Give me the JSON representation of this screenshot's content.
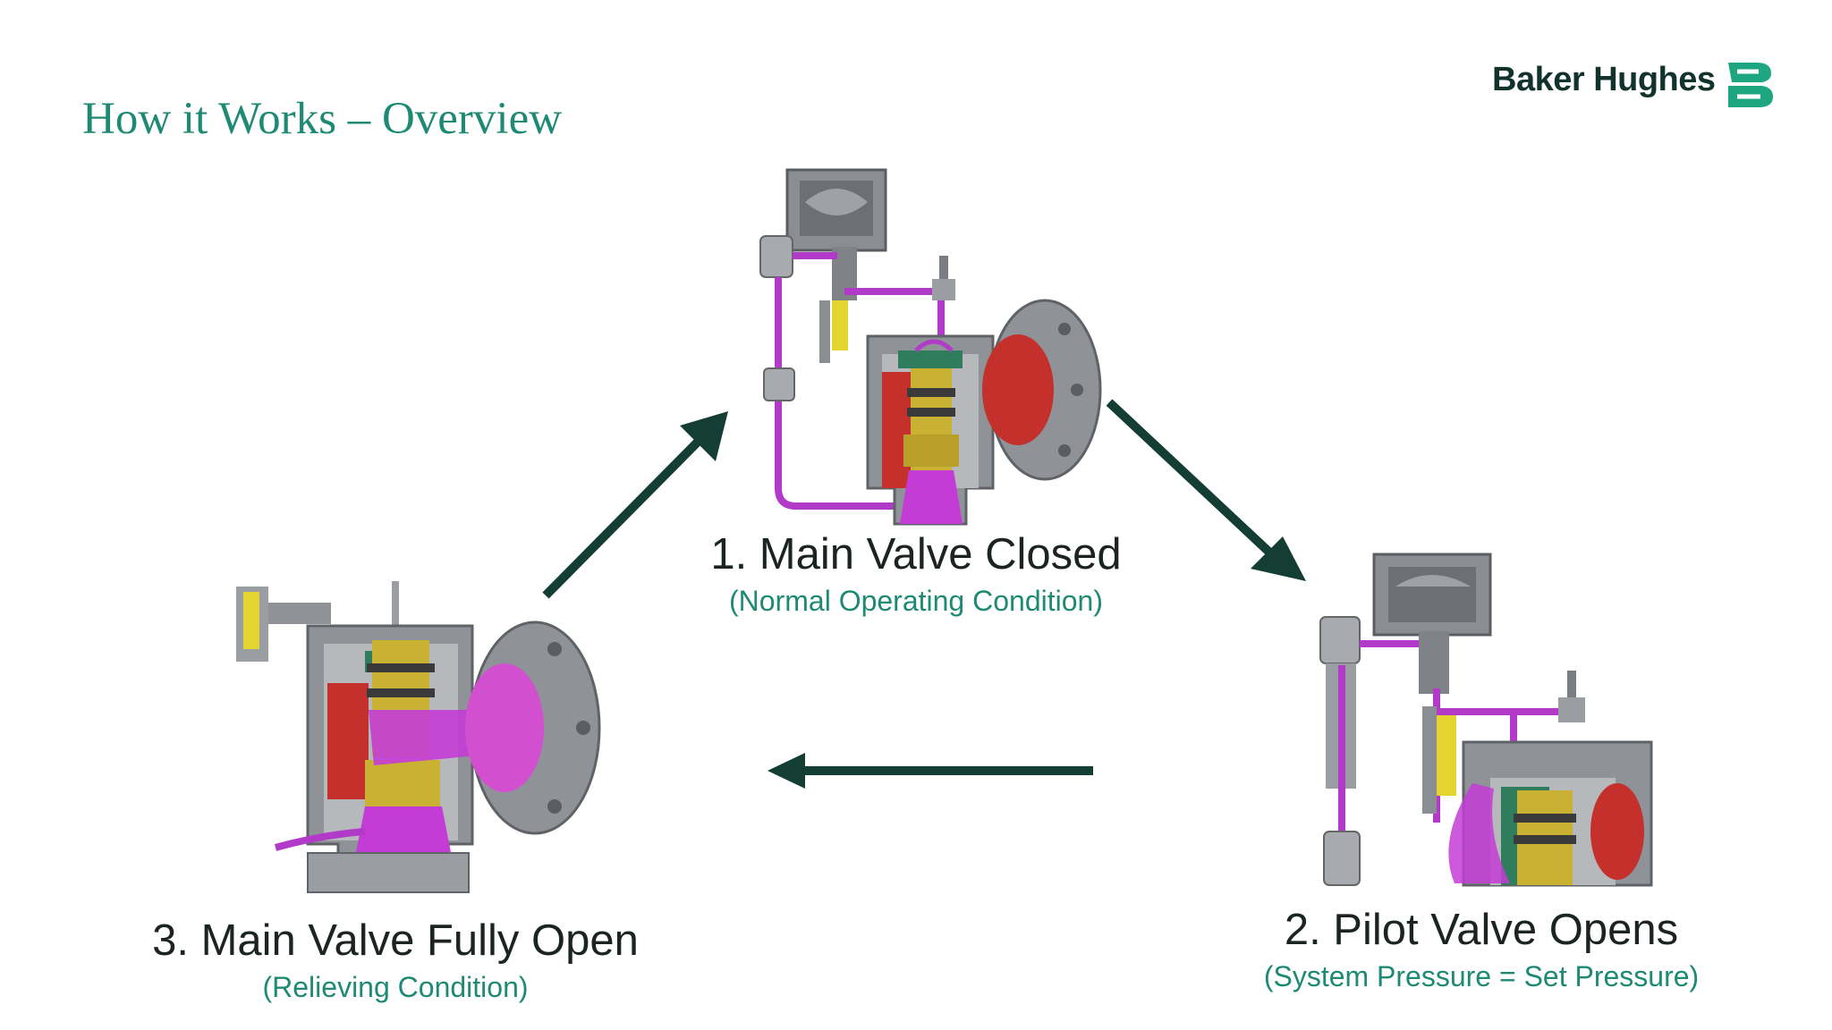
{
  "slide": {
    "title": "How it Works – Overview"
  },
  "logo": {
    "brand": "Baker Hughes",
    "icon": "baker-hughes-mark-icon",
    "color": "#1ea680"
  },
  "stages": [
    {
      "name": "1. Main Valve Closed",
      "condition": "(Normal Operating Condition)"
    },
    {
      "name": "2. Pilot Valve Opens",
      "condition": "(System Pressure = Set Pressure)"
    },
    {
      "name": "3. Main Valve Fully Open",
      "condition": "(Relieving Condition)"
    }
  ],
  "colors": {
    "title": "#1e8a74",
    "condition": "#1e8a74",
    "arrow": "#143d33",
    "valve_body": "#8f9296",
    "pilot_tube": "#b23ac8",
    "disc_brass": "#c9b233",
    "seat_red": "#c4302c",
    "seal_green": "#2f7d5c"
  },
  "flow_arrows": [
    "stage3-to-stage1",
    "stage1-to-stage2",
    "stage2-to-stage3"
  ]
}
